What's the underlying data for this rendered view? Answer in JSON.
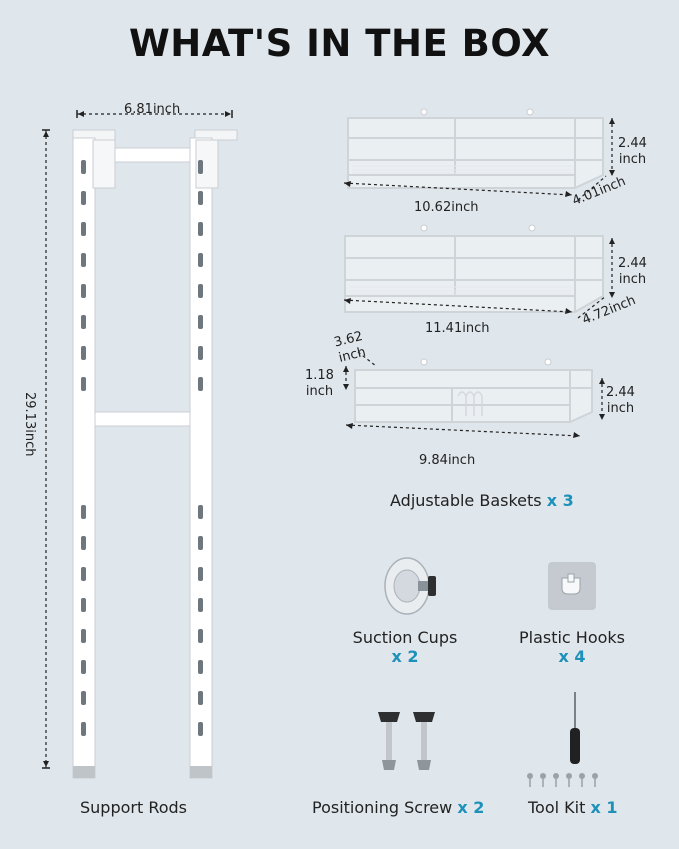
{
  "title": "WHAT'S IN THE BOX",
  "support_rods": {
    "label": "Support Rods",
    "width_dim": "6.81inch",
    "height_dim": "29.13inch"
  },
  "baskets": {
    "label": "Adjustable Baskets",
    "qty": "x 3",
    "basket1": {
      "length": "10.62inch",
      "depth": "4.01inch",
      "height_a": "2.44",
      "height_b": "inch"
    },
    "basket2": {
      "length": "11.41inch",
      "depth": "4.72inch",
      "height_a": "2.44",
      "height_b": "inch"
    },
    "basket3": {
      "length": "9.84inch",
      "height_a": "2.44",
      "height_b": "inch",
      "compartment_a": "3.62",
      "compartment_b": "inch",
      "lip_a": "1.18",
      "lip_b": "inch"
    }
  },
  "suction_cups": {
    "label": "Suction Cups",
    "qty": "x 2"
  },
  "plastic_hooks": {
    "label": "Plastic Hooks",
    "qty": "x 4"
  },
  "positioning_screw": {
    "label": "Positioning Screw",
    "qty": "x 2"
  },
  "tool_kit": {
    "label": "Tool Kit",
    "qty": "x 1"
  },
  "colors": {
    "accent": "#1d91b9",
    "background": "#dfe6ec",
    "product": "#ffffff"
  }
}
